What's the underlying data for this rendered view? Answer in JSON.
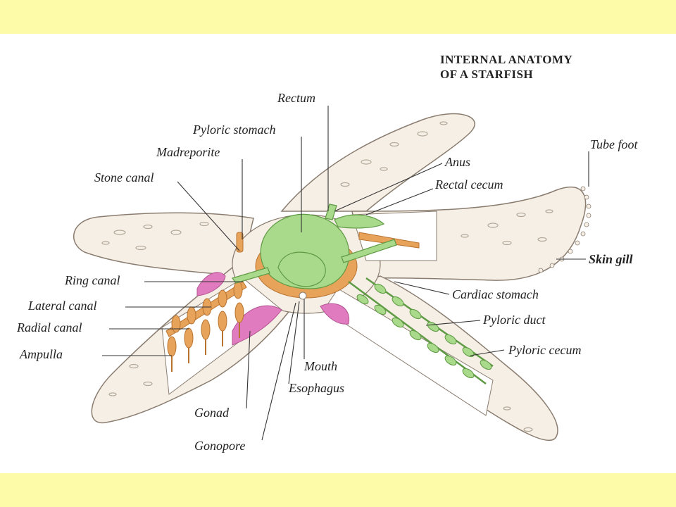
{
  "title": {
    "line1": "INTERNAL ANATOMY",
    "line2": "OF A STARFISH"
  },
  "labels": {
    "rectum": "Rectum",
    "pyloric_stomach": "Pyloric stomach",
    "madreporite": "Madreporite",
    "stone_canal": "Stone canal",
    "anus": "Anus",
    "rectal_cecum": "Rectal cecum",
    "tube_foot": "Tube foot",
    "skin_gill": "Skin gill",
    "ring_canal": "Ring canal",
    "lateral_canal": "Lateral canal",
    "radial_canal": "Radial canal",
    "ampulla": "Ampulla",
    "cardiac_stomach": "Cardiac stomach",
    "pyloric_duct": "Pyloric duct",
    "pyloric_cecum": "Pyloric cecum",
    "mouth": "Mouth",
    "esophagus": "Esophagus",
    "gonad": "Gonad",
    "gonopore": "Gonopore"
  },
  "colors": {
    "background_band": "#fefba8",
    "body": "#f6efe6",
    "body_outline": "#8a7d70",
    "digestive_green": "#a9d98a",
    "water_vascular_orange": "#e8a35a",
    "gonad_pink": "#e07bbf"
  }
}
